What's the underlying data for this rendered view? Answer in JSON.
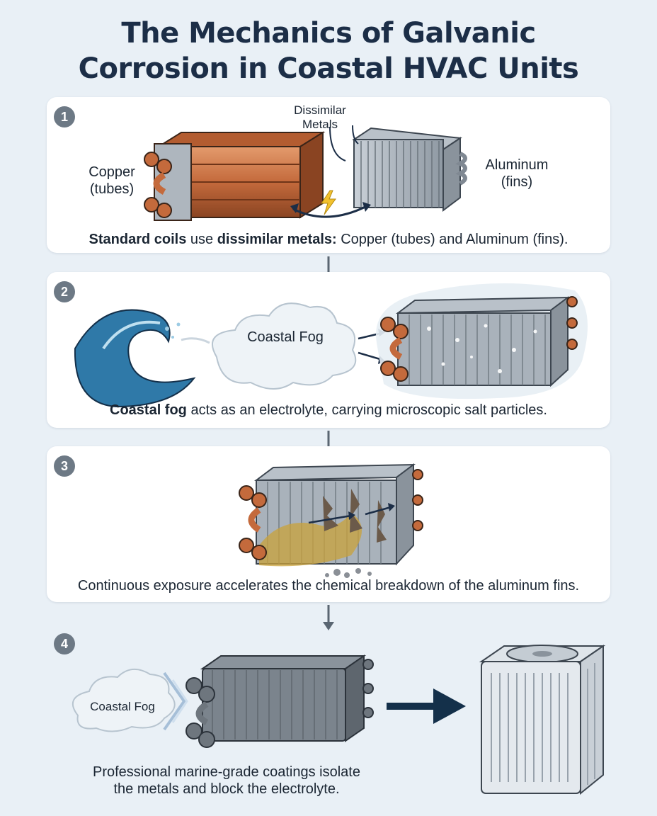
{
  "title_line1": "The Mechanics of Galvanic",
  "title_line2": "Corrosion in Coastal HVAC Units",
  "colors": {
    "copper": "#c46a3c",
    "aluminum": "#9aa3ad",
    "card": "#ffffff",
    "background": "#e9f0f6",
    "badge": "#6d7985",
    "navy": "#1c2e47"
  },
  "step1": {
    "number": "1",
    "dissimilar_line1": "Dissimilar",
    "dissimilar_line2": "Metals",
    "copper_line1": "Copper",
    "copper_line2": "(tubes)",
    "aluminum_line1": "Aluminum",
    "aluminum_line2": "(fins)",
    "caption_bold1": "Standard coils",
    "caption_text1": " use ",
    "caption_bold2": "dissimilar metals:",
    "caption_text2": " Copper (tubes) and Aluminum (fins)."
  },
  "step2": {
    "number": "2",
    "fog_label": "Coastal Fog",
    "caption_bold": "Coastal fog",
    "caption_text": " acts as an electrolyte, carrying microscopic salt particles."
  },
  "step3": {
    "number": "3",
    "caption_text": "Continuous exposure accelerates the chemical breakdown of the aluminum fins."
  },
  "step4": {
    "number": "4",
    "fog_label": "Coastal Fog",
    "caption_line1": "Professional marine-grade coatings isolate",
    "caption_line2": "the metals and block the electrolyte."
  },
  "icons": [
    "flow-arrow-icon",
    "lightning-icon",
    "wave-icon",
    "ac-unit-icon",
    "arrow-right-icon"
  ]
}
